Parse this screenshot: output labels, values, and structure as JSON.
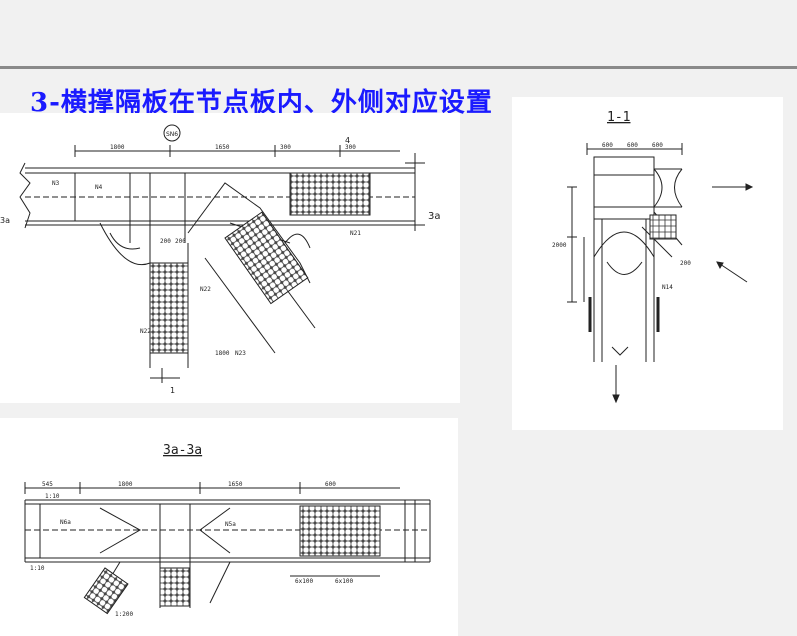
{
  "slide": {
    "title": "3-横撑隔板在节点板内、外侧对应设置"
  },
  "drawings": {
    "plan": {
      "label_left": "3a",
      "label_right": "3a",
      "label_bottom": "1",
      "label_top": "4"
    },
    "section_1_1": {
      "label": "1-1"
    },
    "section_3a_3a": {
      "label": "3a-3a"
    }
  },
  "colors": {
    "title": "#1a1aff",
    "line": "#222222",
    "background": "#f1f1f1",
    "panel": "#ffffff"
  }
}
